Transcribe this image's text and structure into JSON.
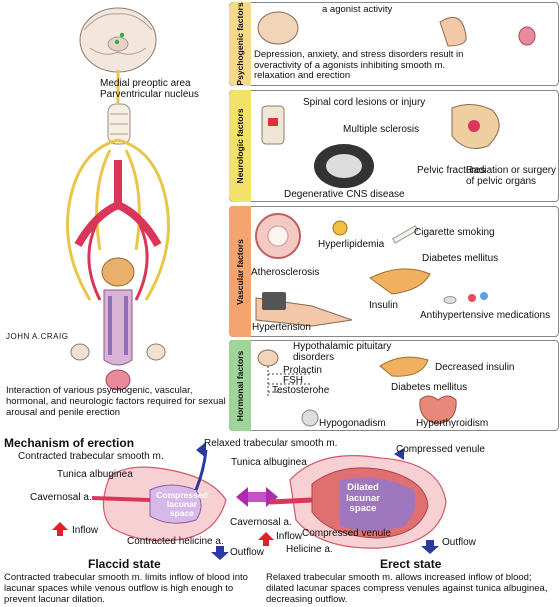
{
  "brain_labels": {
    "medial_preoptic": "Medial preoptic area",
    "paraventricular": "Parventricular nucleus"
  },
  "signature": "JOHN A.CRAIG",
  "left_caption": "Interaction of various psychogenic, vascular, hormonal, and neurologic factors required for sexual arousal and penile erection",
  "psychogenic": {
    "tab": "Psychogenic factors",
    "alpha_label": "a agonist activity",
    "text": "Depression, anxiety, and stress disorders result in overactivity of a agonists inhibiting smooth m. relaxation and erection"
  },
  "neurologic": {
    "tab": "Neurologic factors",
    "spinal": "Spinal cord lesions or injury",
    "ms": "Multiple sclerosis",
    "degenerative": "Degenerative CNS disease",
    "pelvic": "Pelvic fractures",
    "radiation": "Radiation or surgery of pelvic organs"
  },
  "vascular": {
    "tab": "Vascular factors",
    "hyperlipidemia": "Hyperlipidemia",
    "cigarette": "Cigarette  smoking",
    "atherosclerosis": "Atherosclerosis",
    "diabetes": "Diabetes mellitus",
    "insulin": "Insulin",
    "hypertension": "Hypertension",
    "antihypertensive": "Antihypertensive medications"
  },
  "hormonal": {
    "tab": "Hormonal factors",
    "hypothalamic": "Hypothalamic pituitary disorders",
    "prolactin": "Prolactin",
    "fsh": "FSH",
    "testosterone": "Testosterohe",
    "decreased_insulin": "Decreased insulin",
    "diabetes": "Diabetes mellitus",
    "hypogonadism": "Hypogonadism",
    "hyperthyroidism": "Hyperthyroidism"
  },
  "mechanism": {
    "title": "Mechanism of erection",
    "contracted_trabecular": "Contracted trabecular smooth m.",
    "tunica_left": "Tunica albuginea",
    "cavernosal_left": "Cavernosal a.",
    "compressed_space": "Compressed lacunar space",
    "inflow_left": "Inflow",
    "contracted_helicine": "Contracted helicine a.",
    "outflow_left": "Outflow",
    "relaxed_trabecular": "Relaxed trabecular smooth m.",
    "tunica_right": "Tunica albuginea",
    "compressed_venule_top": "Compressed venule",
    "dilated_space": "Dilated lacunar space",
    "cavernosal_right": "Cavernosal a.",
    "inflow_right": "Inflow",
    "helicine_right": "Helicine a.",
    "compressed_venule_bottom": "Compressed venule",
    "outflow_right": "Outflow",
    "flaccid_title": "Flaccid state",
    "flaccid_text": "Contracted trabecular smooth m. limits inflow of blood into lacunar spaces while venous outflow is high enough to prevent lacunar dilation.",
    "erect_title": "Erect state",
    "erect_text": "Relaxed trabecular smooth m. allows increased inflow of blood; dilated lacunar spaces compress venules against tunica albuginea, decreasing outflow."
  },
  "colors": {
    "psychogenic": "#f7d98b",
    "neurologic": "#f3e26a",
    "vascular": "#f3a46f",
    "hormonal": "#9fd49a",
    "artery": "#d9365a",
    "nerve": "#e8c64a",
    "inflow": "#e0202a",
    "outflow": "#2a3aa0"
  }
}
